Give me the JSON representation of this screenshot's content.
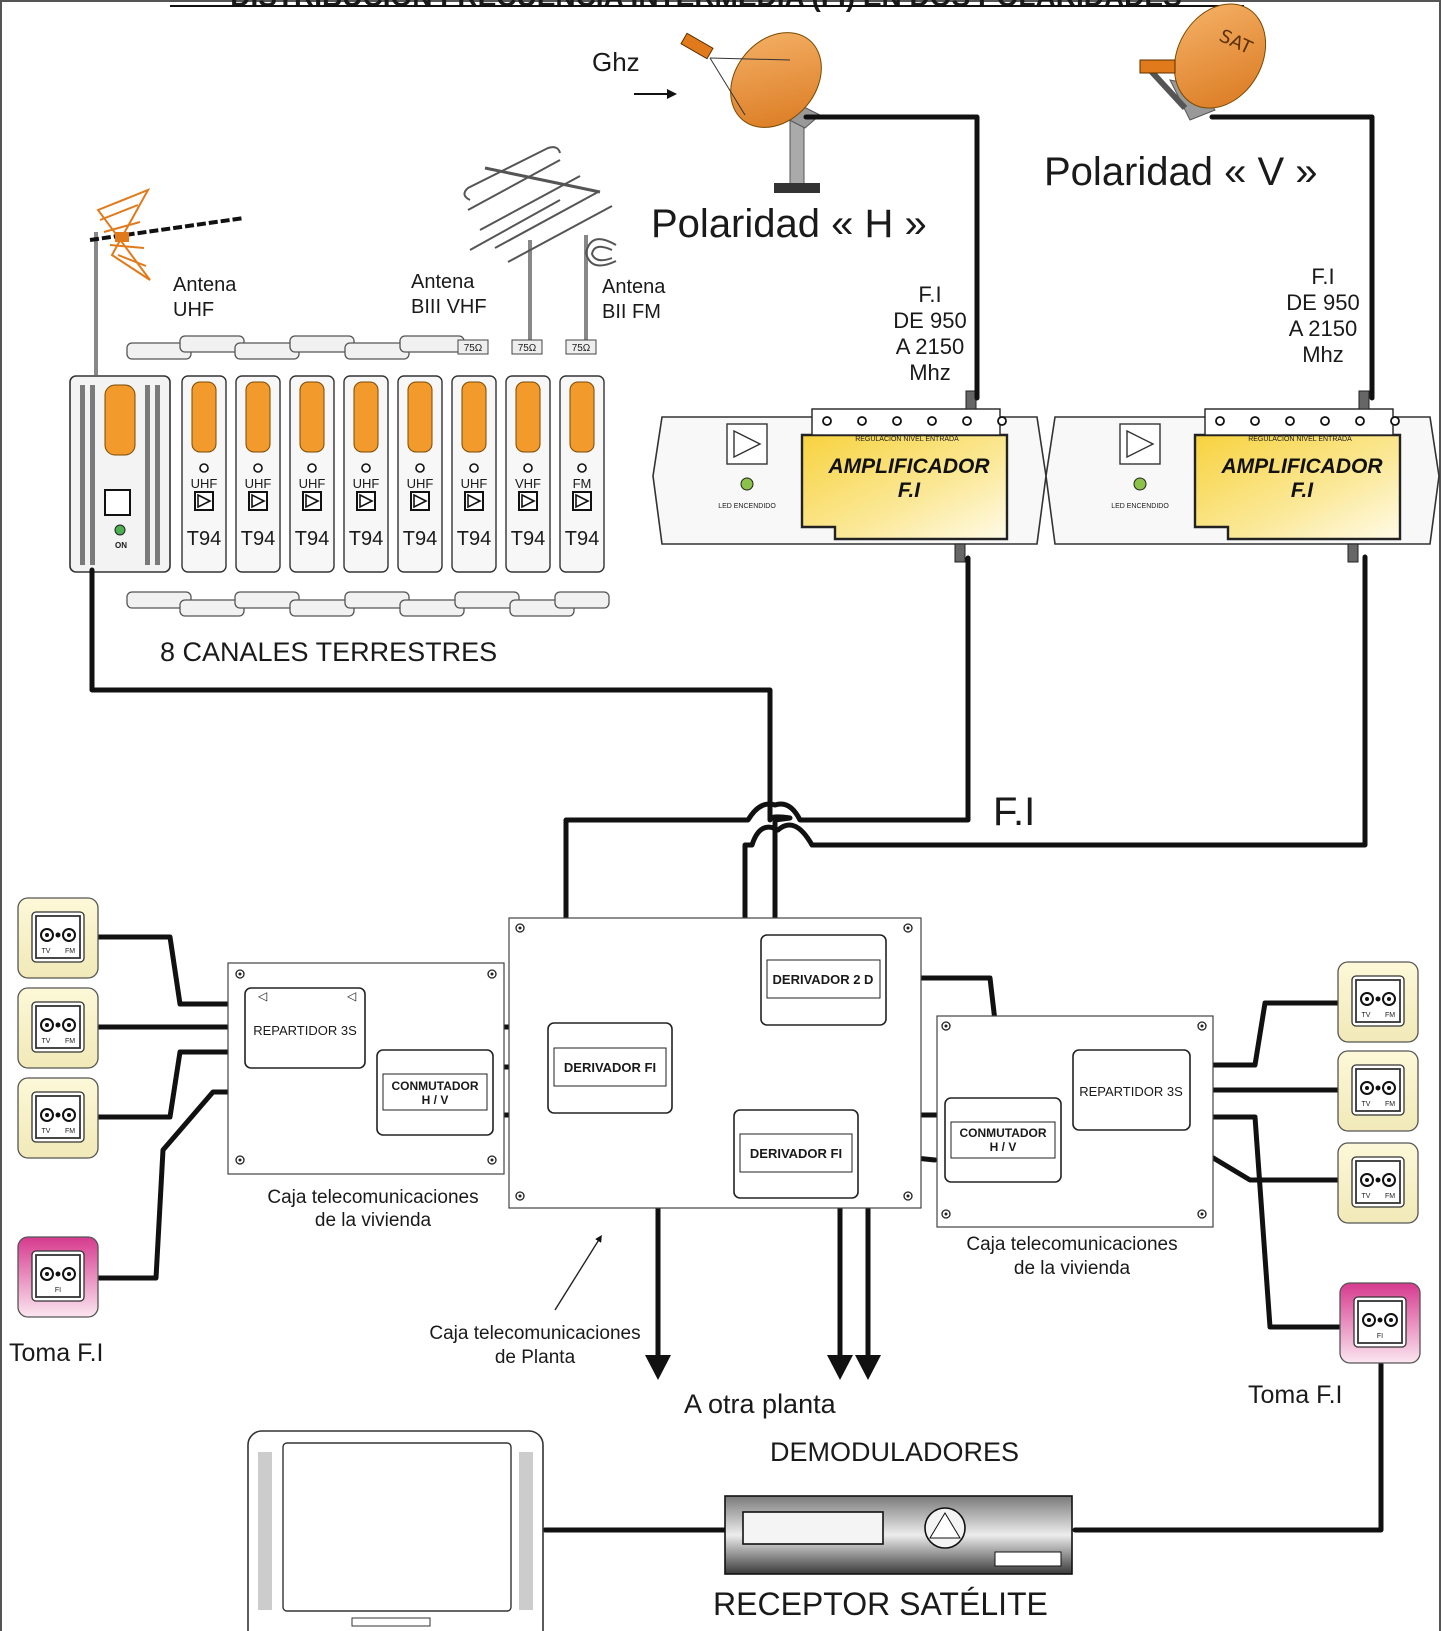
{
  "title": "DISTRIBUCIÓN FRECUENCIA INTERMEDIA (FI) EN DOS POLARIDADES",
  "antennas": {
    "uhf": {
      "line1": "Antena",
      "line2": "UHF"
    },
    "vhf": {
      "line1": "Antena",
      "line2": "BIII VHF"
    },
    "fm": {
      "line1": "Antena",
      "line2": "BII FM"
    }
  },
  "satellite": {
    "ghz_label": "Ghz",
    "dish_logo": "SAT",
    "polarity_h": "Polaridad  « H »",
    "polarity_v": "Polaridad  « V »",
    "fi_range": [
      "F.I",
      "DE 950",
      "A 2150",
      "Mhz"
    ],
    "fi_bus": "F.I"
  },
  "rack": {
    "power_on": "ON",
    "impedance": "75Ω",
    "module_code": "T94",
    "bands": [
      "UHF",
      "UHF",
      "UHF",
      "UHF",
      "UHF",
      "UHF",
      "VHF",
      "FM"
    ],
    "channels_label": "8 CANALES TERRESTRES"
  },
  "amplifier": {
    "title": "AMPLIFICADOR",
    "subtitle": "F.I",
    "regulation": "REGULACIÓN NIVEL ENTRADA",
    "led": "LED ENCENDIDO"
  },
  "devices": {
    "repartidor": "REPARTIDOR 3S",
    "conmutador_1": "CONMUTADOR",
    "conmutador_2": "H / V",
    "derivador_fi": "DERIVADOR FI",
    "derivador_2d": "DERIVADOR 2 D"
  },
  "boxes": {
    "home": [
      "Caja telecomunicaciones",
      "de la vivienda"
    ],
    "floor": [
      "Caja telecomunicaciones",
      "de Planta"
    ]
  },
  "sockets": {
    "tv": "TV",
    "fm": "FM",
    "fi": "FI",
    "toma_fi": "Toma F.I"
  },
  "outputs": {
    "next_floor": "A otra planta",
    "demodulators": "DEMODULADORES",
    "receiver": "RECEPTOR SATÉLITE"
  },
  "colors": {
    "orange": "#f39a2c",
    "amplifier_yellow": "#f7d23e",
    "socket_cream": "#fdf8d8",
    "socket_pink": "#d63a8e"
  }
}
